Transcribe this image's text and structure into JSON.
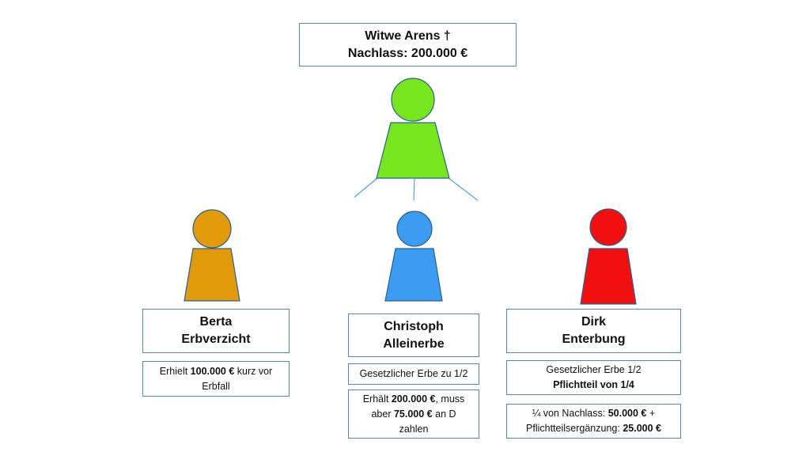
{
  "deceased": {
    "name": "Witwe Arens †",
    "estate": "Nachlass: 200.000 €"
  },
  "persons": [
    {
      "name": "Berta",
      "status": "Erbverzicht",
      "color": "#e09a0a",
      "notes": [
        [
          "Erhielt ",
          {
            "b": "100.000 €"
          },
          " kurz vor Erbfall"
        ]
      ]
    },
    {
      "name": "Christoph",
      "status": "Alleinerbe",
      "color": "#3c9cf0",
      "notes": [
        [
          "Gesetzlicher Erbe zu 1/2"
        ],
        [
          "Erhält ",
          {
            "b": "200.000 €"
          },
          ", muss aber ",
          {
            "b": "75.000 €"
          },
          " an D zahlen"
        ]
      ]
    },
    {
      "name": "Dirk",
      "status": "Enterbung",
      "color": "#f01010",
      "notes": [
        [
          "Gesetzlicher Erbe 1/2",
          {
            "br": true
          },
          {
            "b": "Pflichtteil von 1/4"
          }
        ],
        [
          "¼ von Nachlass: ",
          {
            "b": "50.000 €"
          },
          " + Pflichtteilsergänzung: ",
          {
            "b": "25.000 €"
          }
        ]
      ]
    }
  ],
  "colors": {
    "deceased": "#78e61e",
    "outline": "#2a5f8f",
    "lines": "#5aa0d0"
  }
}
